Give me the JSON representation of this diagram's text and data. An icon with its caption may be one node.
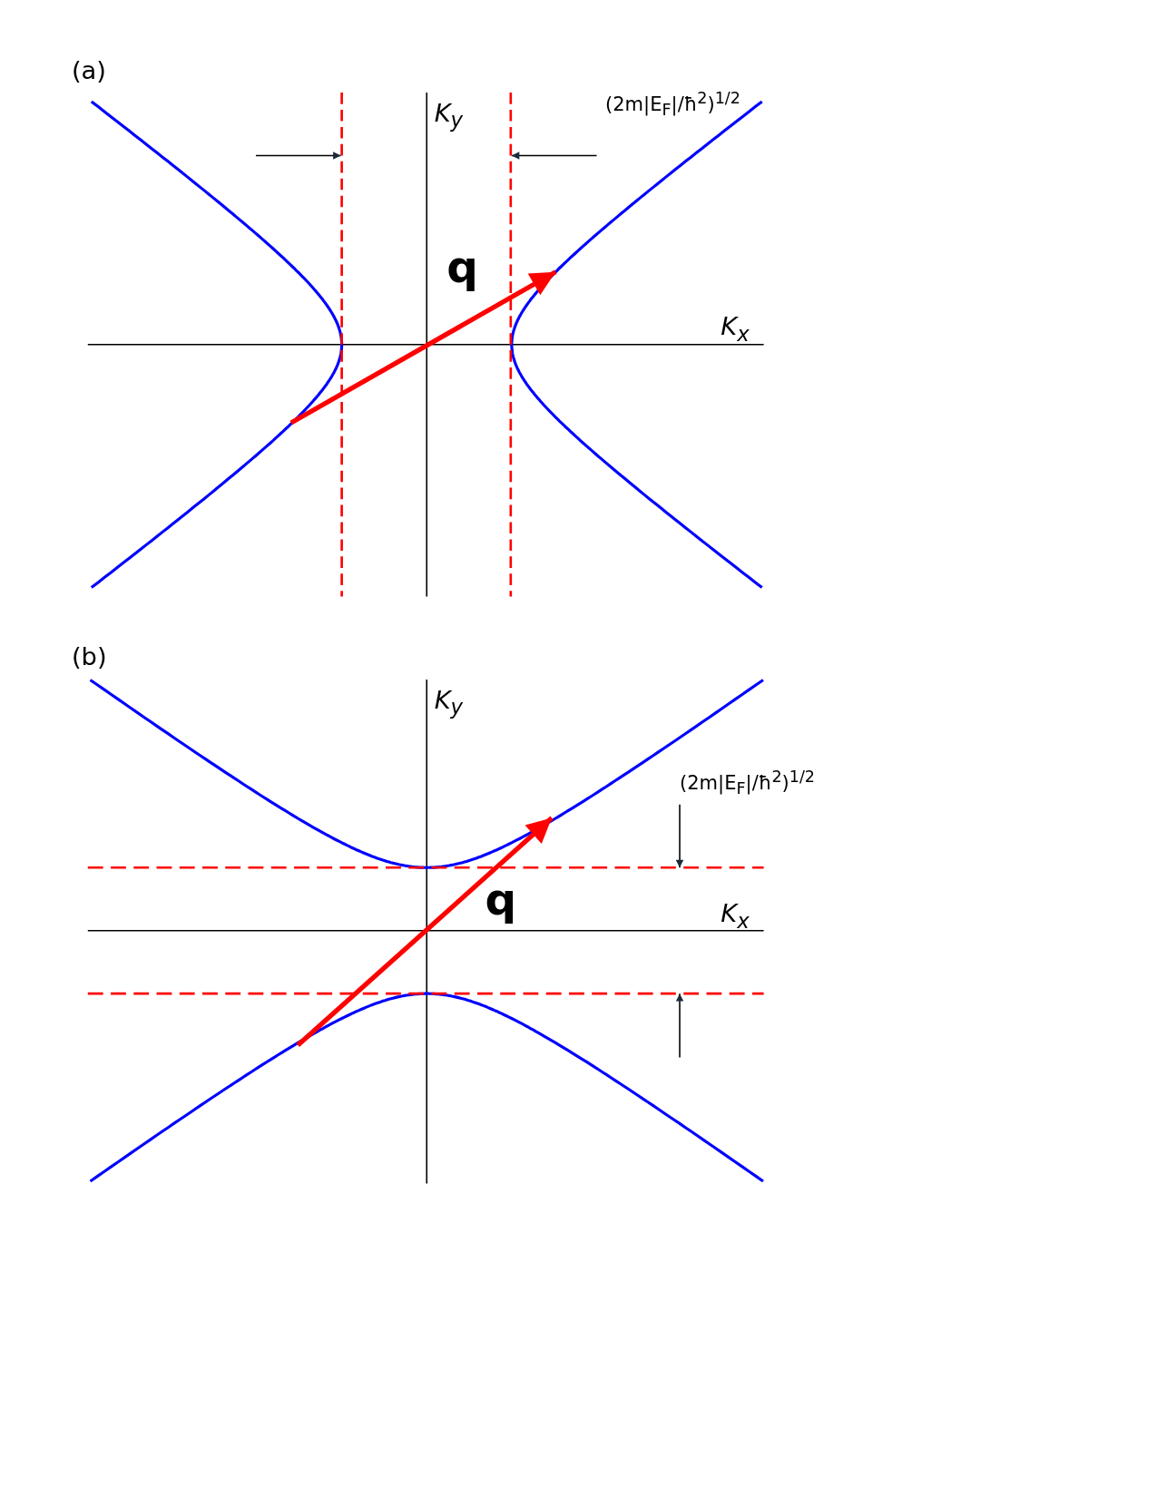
{
  "diagram": {
    "labels": [
      "(a)",
      "K$_{y}$",
      "(2m|E$_{F}$|/ħ$^{2}$)$^{1/2}$",
      "q",
      "K$_{x}$",
      "(b)",
      "K$_{y}$",
      "(2m|E$_{F}$|/ħ$^{2}$)$^{1/2}$",
      "q",
      "K$_{x}$"
    ]
  }
}
